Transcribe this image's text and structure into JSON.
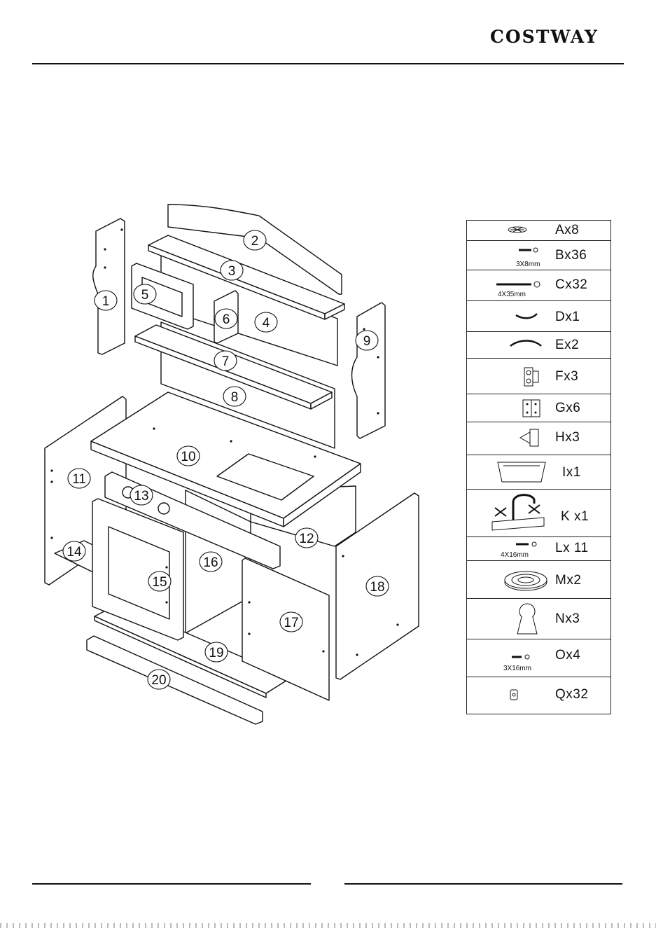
{
  "header": {
    "brand": "COSTWAY"
  },
  "parts": {
    "labels": [
      "1",
      "2",
      "3",
      "4",
      "5",
      "6",
      "7",
      "8",
      "9",
      "10",
      "11",
      "12",
      "13",
      "14",
      "15",
      "16",
      "17",
      "18",
      "19",
      "20"
    ]
  },
  "hardware": [
    {
      "code": "Ax8",
      "size": ""
    },
    {
      "code": "Bx36",
      "size": "3X8mm"
    },
    {
      "code": "Cx32",
      "size": "4X35mm"
    },
    {
      "code": "Dx1",
      "size": ""
    },
    {
      "code": "Ex2",
      "size": ""
    },
    {
      "code": "Fx3",
      "size": ""
    },
    {
      "code": "Gx6",
      "size": ""
    },
    {
      "code": "Hx3",
      "size": ""
    },
    {
      "code": "Ix1",
      "size": ""
    },
    {
      "code": "K x1",
      "size": ""
    },
    {
      "code": "Lx 11",
      "size": "4X16mm"
    },
    {
      "code": "Mx2",
      "size": ""
    },
    {
      "code": "Nx3",
      "size": ""
    },
    {
      "code": "Ox4",
      "size": "3X16mm"
    },
    {
      "code": "Qx32",
      "size": ""
    }
  ]
}
